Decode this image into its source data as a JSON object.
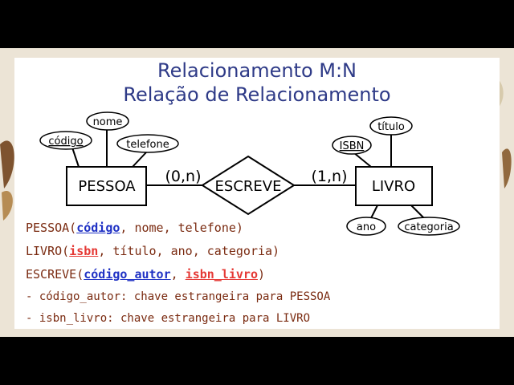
{
  "slide": {
    "title_line1": "Relacionamento M:N",
    "title_line2": "Relação de Relacionamento"
  },
  "diagram": {
    "entity_left": "PESSOA",
    "entity_right": "LIVRO",
    "relationship": "ESCREVE",
    "card_left": "(0,n)",
    "card_right": "(1,n)",
    "attributes_left": [
      "código",
      "nome",
      "telefone"
    ],
    "attributes_right": [
      "ISBN",
      "título",
      "ano",
      "categoria"
    ]
  },
  "schema": {
    "pessoa_prefix": "PESSOA(",
    "pessoa_key": "código",
    "pessoa_rest": ", nome, telefone)",
    "livro_prefix": "LIVRO(",
    "livro_key": "isbn",
    "livro_rest": ", título, ano, categoria)",
    "escreve_prefix": "ESCREVE(",
    "escreve_key1": "código_autor",
    "escreve_sep": ", ",
    "escreve_key2": "isbn_livro",
    "escreve_suffix": ")",
    "note1": "- código_autor: chave estrangeira para PESSOA",
    "note2": "- isbn_livro: chave estrangeira para LIVRO"
  }
}
